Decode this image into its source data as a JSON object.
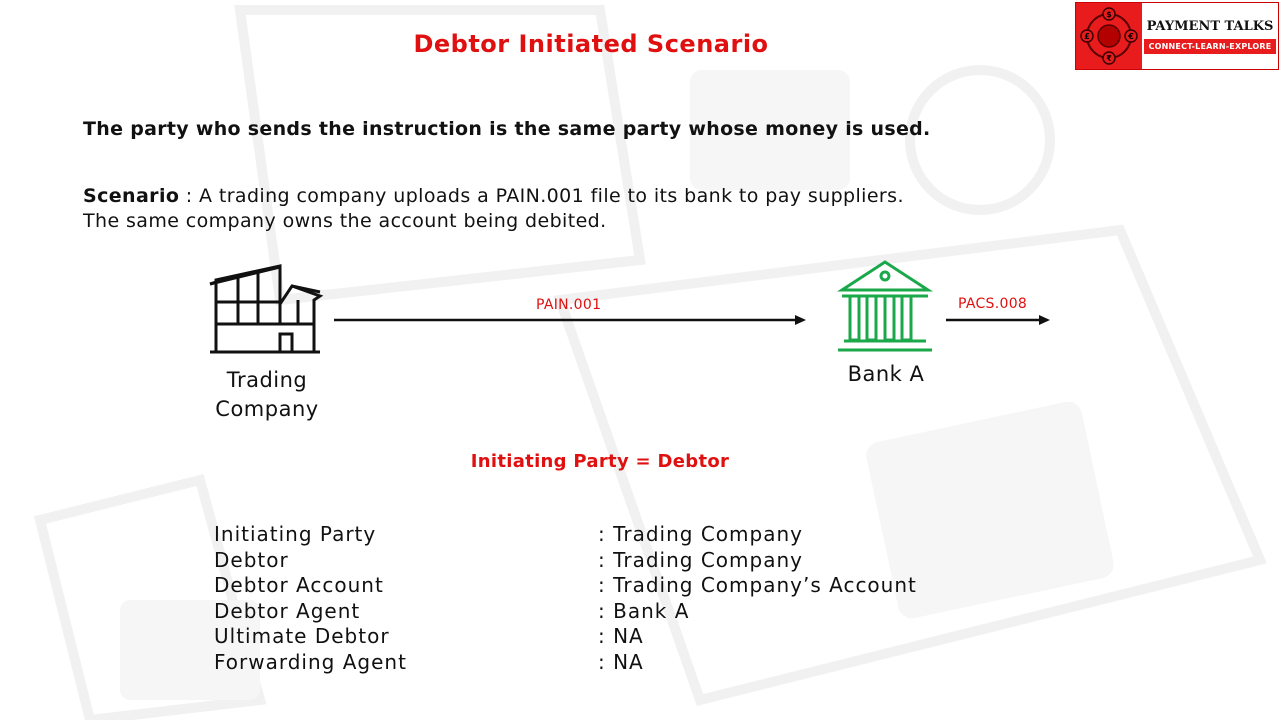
{
  "title": "Debtor Initiated Scenario",
  "logo": {
    "name": "PAYMENT TALKS",
    "tagline": "CONNECT-LEARN-EXPLORE",
    "brand_color": "#e81c1c"
  },
  "statement": "The party who sends the instruction is the same party whose money is used.",
  "scenario": {
    "label": "Scenario",
    "separator": " : ",
    "line1": "A trading company uploads a PAIN.001 file to its bank to pay suppliers.",
    "line2": "The same company owns the account being debited."
  },
  "diagram": {
    "company_label_line1": "Trading",
    "company_label_line2": "Company",
    "company_icon": "factory-icon",
    "bank_label": "Bank A",
    "bank_icon": "bank-icon",
    "bank_color": "#1aa84a",
    "arrow1_label": "PAIN.001",
    "arrow2_label": "PACS.008",
    "accent_color": "#e01010"
  },
  "equation": "Initiating Party = Debtor",
  "fields": [
    {
      "label": "Initiating Party",
      "value": ": Trading Company"
    },
    {
      "label": "Debtor",
      "value": ": Trading Company"
    },
    {
      "label": "Debtor Account",
      "value": ": Trading Company’s Account"
    },
    {
      "label": "Debtor Agent",
      "value": ": Bank A"
    },
    {
      "label": "Ultimate Debtor",
      "value": ": NA"
    },
    {
      "label": "Forwarding Agent",
      "value": ": NA"
    }
  ]
}
